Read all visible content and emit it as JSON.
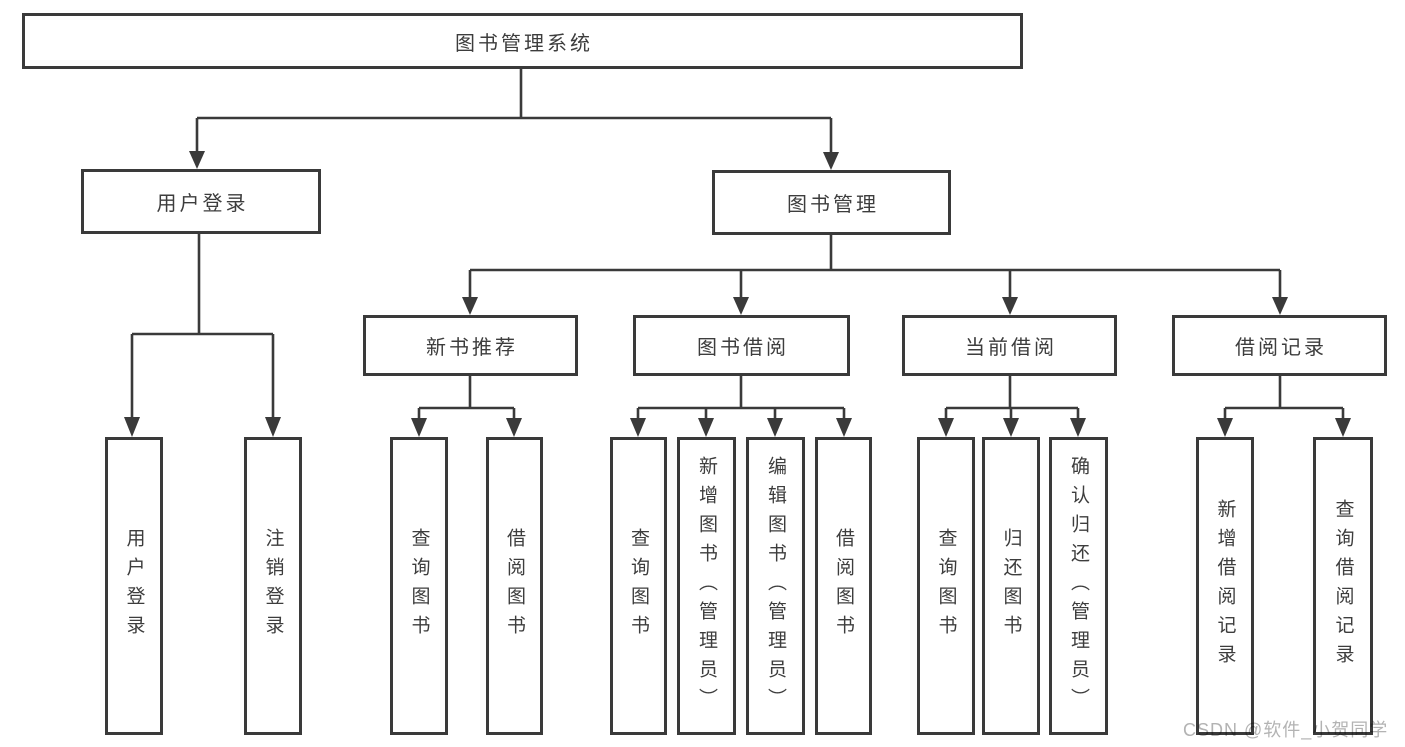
{
  "tree": {
    "label": "图书管理系统",
    "children": [
      {
        "label": "用户登录",
        "children": [
          {
            "label": "用户登录"
          },
          {
            "label": "注销登录"
          }
        ]
      },
      {
        "label": "图书管理",
        "children": [
          {
            "label": "新书推荐",
            "children": [
              {
                "label": "查询图书"
              },
              {
                "label": "借阅图书"
              }
            ]
          },
          {
            "label": "图书借阅",
            "children": [
              {
                "label": "查询图书"
              },
              {
                "label": "新增图书（管理员）"
              },
              {
                "label": "编辑图书（管理员）"
              },
              {
                "label": "借阅图书"
              }
            ]
          },
          {
            "label": "当前借阅",
            "children": [
              {
                "label": "查询图书"
              },
              {
                "label": "归还图书"
              },
              {
                "label": "确认归还（管理员）"
              }
            ]
          },
          {
            "label": "借阅记录",
            "children": [
              {
                "label": "新增借阅记录"
              },
              {
                "label": "查询借阅记录"
              }
            ]
          }
        ]
      }
    ]
  },
  "watermark": {
    "text": "CSDN @软件_小贺同学"
  },
  "colors": {
    "stroke": "#3a3a3a",
    "text": "#3d3d3d",
    "watermark_gray": "#b3b3b3",
    "background": "#ffffff"
  }
}
